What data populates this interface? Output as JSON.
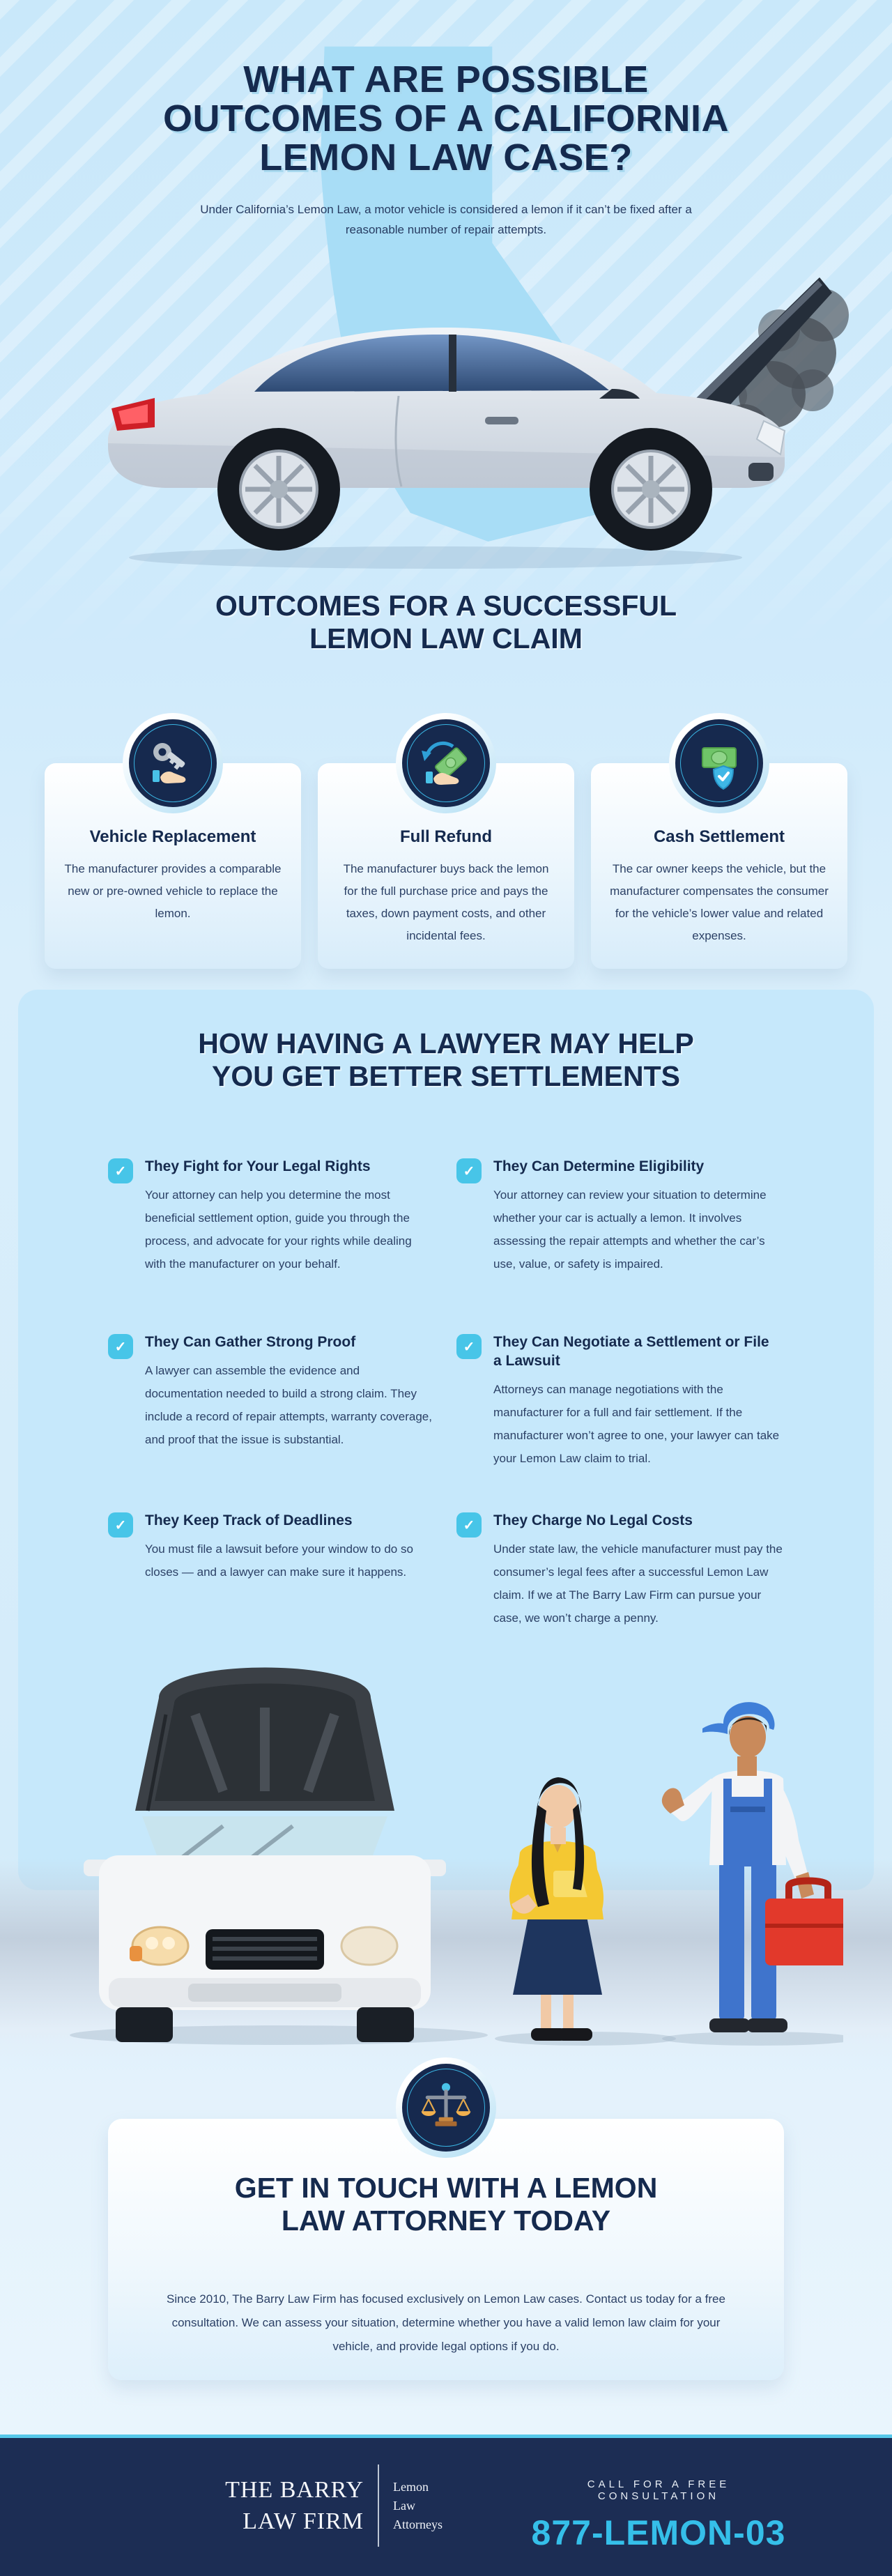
{
  "theme": {
    "navy": "#152a4e",
    "body_text": "#2c4166",
    "cyan_accent": "#47c5e8",
    "panel_blue": "#c6e8fb",
    "page_blue": "#cfeafb",
    "footer_navy": "#1c2d54",
    "phone_cyan": "#35bfe9"
  },
  "icons": {
    "checkmark": "✓",
    "card_icons": [
      "key-in-hand-icon",
      "cash-return-hand-icon",
      "cash-shield-icon"
    ],
    "cta_icon": "scales-of-justice-icon"
  },
  "hero": {
    "title_lines": [
      "WHAT ARE POSSIBLE",
      "OUTCOMES OF A CALIFORNIA",
      "LEMON LAW CASE?"
    ],
    "subtitle": "Under California’s Lemon Law, a motor vehicle is considered a lemon if it can’t be fixed after a reasonable number of repair attempts."
  },
  "outcomes": {
    "heading_lines": [
      "OUTCOMES FOR A SUCCESSFUL",
      "LEMON LAW CLAIM"
    ],
    "cards": [
      {
        "title": "Vehicle Replacement",
        "text": "The manufacturer provides a comparable new or pre-owned vehicle to replace the lemon."
      },
      {
        "title": "Full Refund",
        "text": "The manufacturer buys back the lemon for the full purchase price and pays the taxes, down payment costs, and other incidental fees."
      },
      {
        "title": "Cash Settlement",
        "text": "The car owner keeps the vehicle, but the manufacturer compensates the consumer for the vehicle’s lower value and related expenses."
      }
    ]
  },
  "lawyer": {
    "heading_lines": [
      "HOW HAVING A LAWYER MAY HELP",
      "YOU GET BETTER SETTLEMENTS"
    ],
    "items": [
      {
        "title": "They Fight for Your Legal Rights",
        "text": "Your attorney can help you determine the most beneficial settlement option, guide you through the process, and advocate for your rights while dealing with the manufacturer on your behalf."
      },
      {
        "title": "They Can Determine Eligibility",
        "text": "Your attorney can review your situation to determine whether your car is actually a lemon. It involves assessing the repair attempts and whether the car’s use, value, or safety is impaired."
      },
      {
        "title": "They Can Gather Strong Proof",
        "text": "A lawyer can assemble the evidence and documentation needed to build a strong claim. They include a record of repair attempts, warranty coverage, and proof that the issue is substantial."
      },
      {
        "title": "They Can Negotiate a Settlement or File a Lawsuit",
        "text": "Attorneys can manage negotiations with the manufacturer for a full and fair settlement. If the manufacturer won’t agree to one, your lawyer can take your Lemon Law claim to trial."
      },
      {
        "title": "They Keep Track of Deadlines",
        "text": "You must file a lawsuit before your window to do so closes — and a lawyer can make sure it happens."
      },
      {
        "title": "They Charge No Legal Costs",
        "text": "Under state law, the vehicle manufacturer must pay the consumer’s legal fees after a successful Lemon Law claim. If we at The Barry Law Firm can pursue your case, we won’t charge a penny."
      }
    ]
  },
  "cta": {
    "heading_lines": [
      "GET IN TOUCH WITH A LEMON",
      "LAW ATTORNEY TODAY"
    ],
    "text": "Since 2010, The Barry Law Firm has focused exclusively on Lemon Law cases. Contact us today for a free consultation. We can assess your situation, determine whether you have a valid lemon law claim for your vehicle, and provide legal options if you do."
  },
  "footer": {
    "firm_name_lines": [
      "THE BARRY",
      "LAW FIRM"
    ],
    "tagline_lines": [
      "Lemon",
      "Law",
      "Attorneys"
    ],
    "call_label": "CALL FOR A FREE CONSULTATION",
    "phone": "877-LEMON-03"
  }
}
